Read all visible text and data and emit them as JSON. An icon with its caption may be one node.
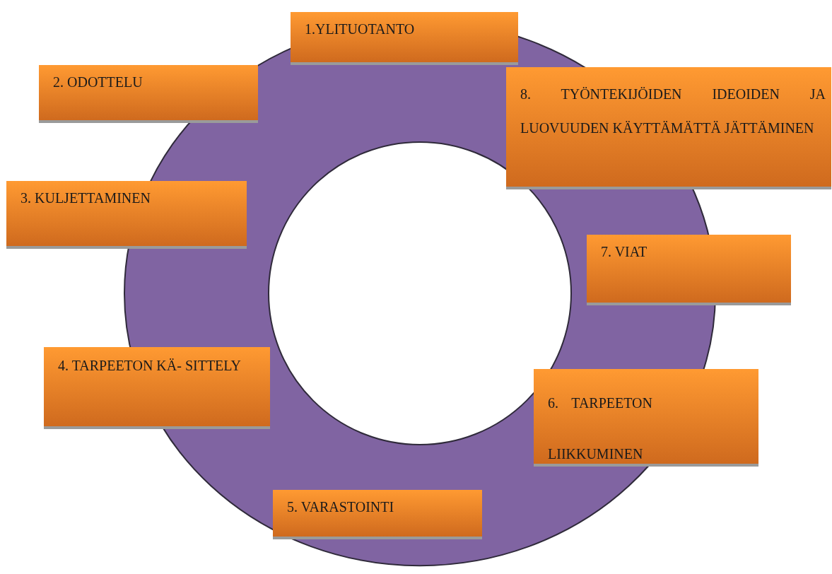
{
  "diagram": {
    "nodes": [
      {
        "text": [
          "1.YLITUOTANTO"
        ]
      },
      {
        "text": [
          "2. ODOTTELU"
        ]
      },
      {
        "text": [
          "3. KULJETTAMINEN"
        ]
      },
      {
        "text": [
          "4. TARPEETON KÄ- SITTELY"
        ]
      },
      {
        "text": [
          "5. VARASTOINTI"
        ]
      },
      {
        "text": [
          "6. TARPEETON LIIKKUMINEN"
        ]
      },
      {
        "text": [
          "7. VIAT"
        ]
      },
      {
        "text": [
          "8. TYÖNTEKIJÖIDEN IDEOIDEN JA LUOVUUDEN KÄYTTÄMÄTTÄ JÄTTÄMINEN"
        ]
      }
    ]
  }
}
